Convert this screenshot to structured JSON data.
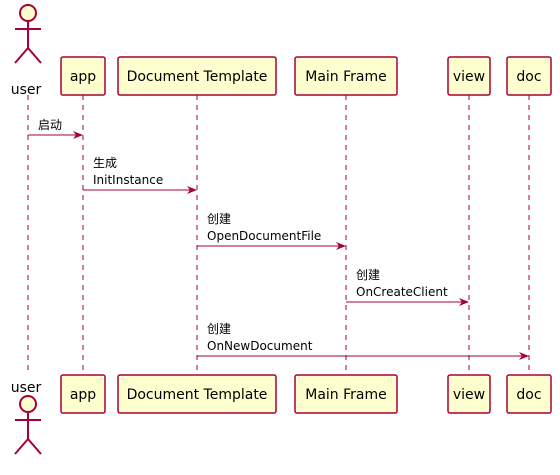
{
  "colors": {
    "box_fill": "#FEFECE",
    "box_stroke": "#A80036",
    "arrow": "#A80036",
    "lifeline": "#A80036",
    "text": "#000000"
  },
  "participants": [
    {
      "id": "user",
      "type": "actor",
      "label": "user"
    },
    {
      "id": "app",
      "type": "box",
      "label": "app"
    },
    {
      "id": "doctemplate",
      "type": "box",
      "label": "Document Template"
    },
    {
      "id": "mainframe",
      "type": "box",
      "label": "Main Frame"
    },
    {
      "id": "view",
      "type": "box",
      "label": "view"
    },
    {
      "id": "doc",
      "type": "box",
      "label": "doc"
    }
  ],
  "messages": [
    {
      "from": "user",
      "to": "app",
      "lines": [
        "启动"
      ]
    },
    {
      "from": "app",
      "to": "doctemplate",
      "lines": [
        "生成",
        "InitInstance"
      ]
    },
    {
      "from": "doctemplate",
      "to": "mainframe",
      "lines": [
        "创建",
        "OpenDocumentFile"
      ]
    },
    {
      "from": "mainframe",
      "to": "view",
      "lines": [
        "创建",
        "OnCreateClient"
      ]
    },
    {
      "from": "doctemplate",
      "to": "doc",
      "lines": [
        "创建",
        "OnNewDocument"
      ]
    }
  ]
}
